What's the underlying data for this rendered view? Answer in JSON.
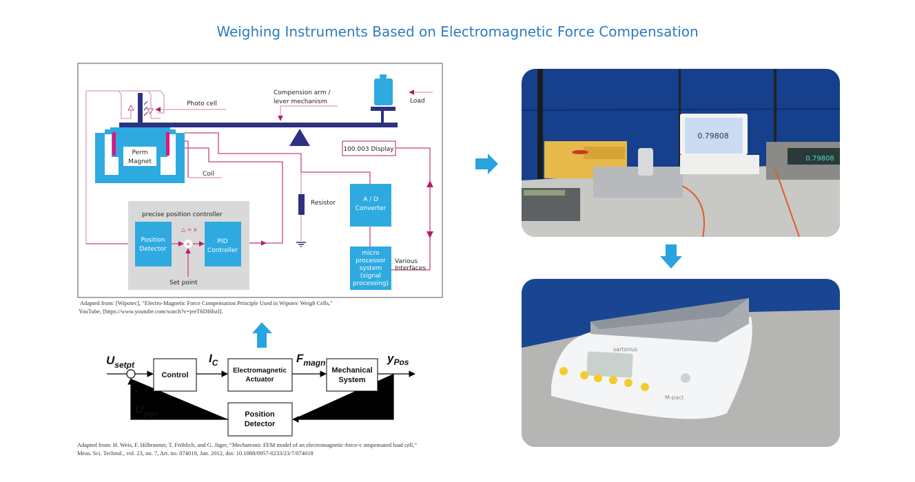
{
  "title": "Weighing Instruments Based on Electromagnetic Force Compensation",
  "top_diagram": {
    "labels": {
      "photo_cell": "Photo cell",
      "arm_line1": "Compension arm /",
      "arm_line2": "lever mechanism",
      "load": "Load",
      "magnet_line1": "Perm",
      "magnet_line2": "Magnet",
      "coil": "Coil",
      "display": "100.003 Display",
      "resistor": "Resistor",
      "ad_line1": "A / D",
      "ad_line2": "Converter",
      "controller_panel": "precise position controller",
      "position_detector_line1": "Position",
      "position_detector_line2": "Detector",
      "delta": "△ = x",
      "sum": "+",
      "pid_line1": "PID",
      "pid_line2": "Controller",
      "set_point": "Set point",
      "micro_lines": [
        "micro",
        "processor",
        "system",
        "(signal",
        "processing)"
      ],
      "interfaces_line1": "Various",
      "interfaces_line2": "Interfaces"
    },
    "citation_line1": "Adapted from: [Wipotec], \"Electro-Magnetic Force Compensation Principle Used in Wipotec Weigh Cells,\"",
    "citation_line2": "YouTube, [https://www.youtube.com/watch?v=jeeT6DI6bzI]."
  },
  "block_diagram": {
    "input": {
      "main": "U",
      "sub": "setpt"
    },
    "current": {
      "main": "I",
      "sub": "C"
    },
    "force": {
      "main": "F",
      "sub": "magn"
    },
    "output": {
      "main": "y",
      "sub": "Pos"
    },
    "feedback": {
      "main": "U",
      "sub": "pos"
    },
    "minus": "-",
    "control": "Control",
    "actuator_line1": "Electromagnetic",
    "actuator_line2": "Actuator",
    "mech_line1": "Mechanical",
    "mech_line2": "System",
    "detector_line1": "Position",
    "detector_line2": "Detector",
    "citation_line1": "Adapted from: H. Weis, F. Hilbrunner, T. Fröhlich, and G. Jäger, “Mechatronic FEM model of an electromagnetic-force-c ompensated load cell,”",
    "citation_line2": "Meas. Sci. Technol., vol. 23, no. 7,  Art. no. 074018, Jun. 2012, doi: 10.1088/0957-0233/23/7/074018"
  },
  "photos": {
    "setup_laptop_reading": "0.79808",
    "setup_meter_reading": "0.79808",
    "balance_brand": "sartorius",
    "balance_model": "M-pact"
  },
  "colors": {
    "title": "#2b7bc0",
    "blue_block": "#2eaae1",
    "navy": "#2e3082",
    "wire": "#c2427f",
    "panel": "#d9d9d9"
  }
}
